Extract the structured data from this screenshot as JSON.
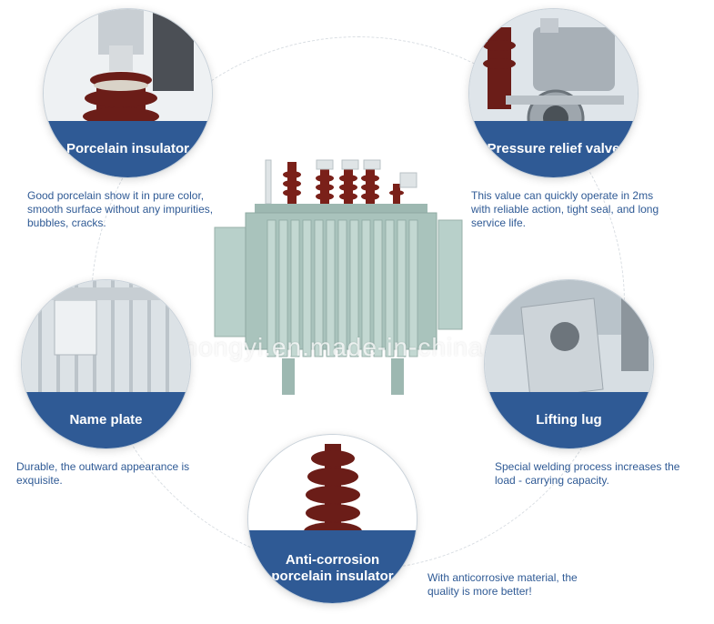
{
  "features": [
    {
      "id": "porcelain",
      "title": "Porcelain insulator",
      "description": "Good porcelain show it in pure color, smooth surface without any impurities, bubbles, cracks."
    },
    {
      "id": "pressure",
      "title": "Pressure relief valve",
      "description": "This value can quickly operate in 2ms with reliable action, tight seal, and long service life."
    },
    {
      "id": "nameplate",
      "title": "Name plate",
      "description": "Durable, the outward appearance is exquisite."
    },
    {
      "id": "lifting",
      "title": "Lifting lug",
      "description": "Special welding process increases the load - carrying capacity."
    },
    {
      "id": "anticorrosion",
      "title": "Anti-corrosion porcelain insulator",
      "description": "With anticorrosive material, the quality is more better!"
    }
  ],
  "watermark": "baodingzhongyi.en.made-in-china.com",
  "colors": {
    "band": "#2f5a95",
    "text": "#2f5a95",
    "transformer": "#a9c3bc",
    "porcelain": "#6b1d18"
  }
}
